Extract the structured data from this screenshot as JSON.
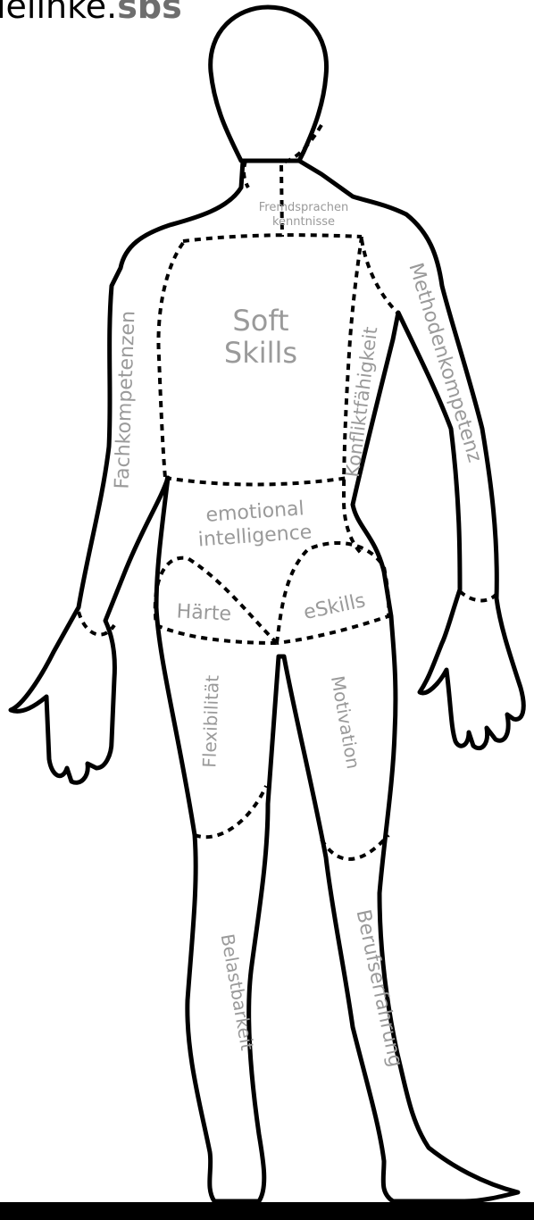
{
  "logo": {
    "text": "ielinke.",
    "accent": "sbs"
  },
  "regions": {
    "fremdsprachen_1": "Fremdsprachen",
    "fremdsprachen_2": "kenntnisse",
    "soft_1": "Soft",
    "soft_2": "Skills",
    "fachkompetenzen": "Fachkompetenzen",
    "methodenkompetenz": "Methodenkompetenz",
    "konfliktfaehigkeit": "Konfliktfähigkeit",
    "emotional_1": "emotional",
    "emotional_2": "intelligence",
    "haerte": "Härte",
    "eskills": "eSkills",
    "flexibilitaet": "Flexibilität",
    "motivation": "Motivation",
    "belastbarkeit": "Belastbarkeit",
    "berufserfahrung": "Berufserfahrung"
  },
  "colors": {
    "label": "#9a9a9a",
    "outline": "#000000",
    "background": "#ffffff"
  }
}
